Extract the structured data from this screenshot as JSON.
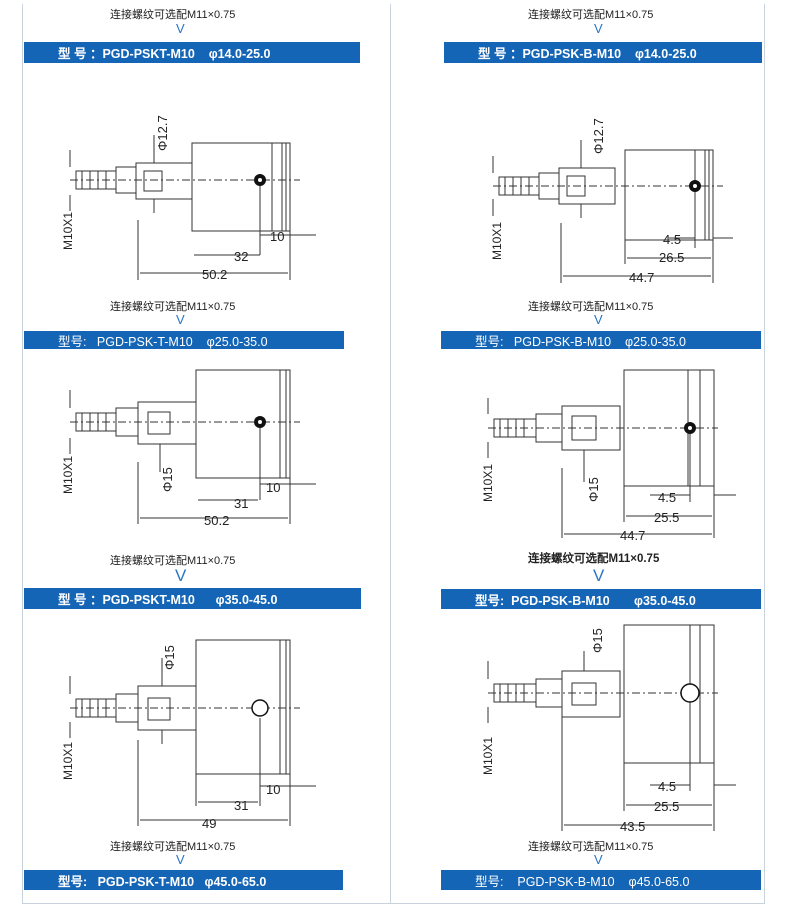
{
  "panels": [
    {
      "note": "连接螺纹可选配M11×0.75",
      "arrow": "V",
      "model": "型 号 ：PGD-PSKT-M10    φ14.0-25.0",
      "dims": {
        "bore": "Φ12.7",
        "thread": "M10X1",
        "d1": "32",
        "d2": "10",
        "total": "50.2"
      }
    },
    {
      "note": "连接螺纹可选配M11×0.75",
      "arrow": "V",
      "model": "型 号 ：PGD-PSK-B-M10    φ14.0-25.0",
      "dims": {
        "bore": "Φ12.7",
        "thread": "M10X1",
        "d1": "4.5",
        "d2": "26.5",
        "total": "44.7"
      }
    },
    {
      "note": "连接螺纹可选配M11×0.75",
      "arrow": "V",
      "model": "型号:   PGD-PSK-T-M10    φ25.0-35.0",
      "dims": {
        "bore": "Φ15",
        "thread": "M10X1",
        "d1": "31",
        "d2": "10",
        "total": "50.2"
      }
    },
    {
      "note": "连接螺纹可选配M11×0.75",
      "arrow": "V",
      "model": "型号:   PGD-PSK-B-M10    φ25.0-35.0",
      "dims": {
        "bore": "Φ15",
        "thread": "M10X1",
        "d1": "4.5",
        "d2": "25.5",
        "total": "44.7"
      }
    },
    {
      "note": "连接螺纹可选配M11×0.75",
      "arrow": "V",
      "model": "型 号 ：PGD-PSKT-M10      φ35.0-45.0",
      "dims": {
        "bore": "Φ15",
        "thread": "M10X1",
        "d1": "31",
        "d2": "10",
        "total": "49"
      }
    },
    {
      "note": "连接螺纹可选配M11×0.75",
      "arrow": "V",
      "model": "型号:  PGD-PSK-B-M10       φ35.0-45.0",
      "dims": {
        "bore": "Φ15",
        "thread": "M10X1",
        "d1": "4.5",
        "d2": "25.5",
        "total": "43.5"
      }
    },
    {
      "note": "连接螺纹可选配M11×0.75",
      "arrow": "V",
      "model": "型号:   PGD-PSK-T-M10   φ45.0-65.0",
      "dims": {}
    },
    {
      "note": "连接螺纹可选配M11×0.75",
      "arrow": "V",
      "model": "型号:    PGD-PSK-B-M10    φ45.0-65.0",
      "dims": {}
    }
  ]
}
